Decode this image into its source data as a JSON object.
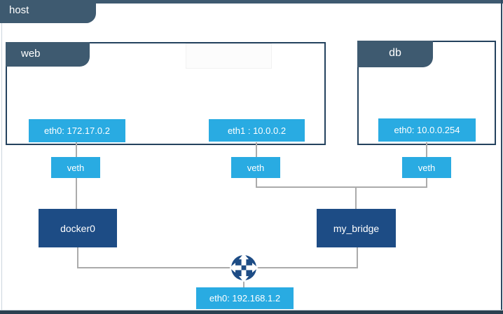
{
  "host": {
    "label": "host",
    "eth0": "eth0: 192.168.1.2"
  },
  "containers": {
    "web": {
      "label": "web",
      "eth0": "eth0: 172.17.0.2",
      "eth1": "eth1 : 10.0.0.2"
    },
    "db": {
      "label": "db",
      "eth0": "eth0: 10.0.0.254"
    }
  },
  "veths": {
    "left": "veth",
    "middle": "veth",
    "right": "veth"
  },
  "bridges": {
    "docker0": "docker0",
    "my_bridge": "my_bridge"
  },
  "icons": {
    "router": "router-crossed-arrows-icon"
  },
  "colors": {
    "tab_slate": "#3E5A70",
    "container_border": "#24425E",
    "interface_blue": "#29ABE2",
    "bridge_navy": "#1D4C85",
    "connector_gray": "#ABABAB",
    "bottom_bar": "#2B4050"
  }
}
